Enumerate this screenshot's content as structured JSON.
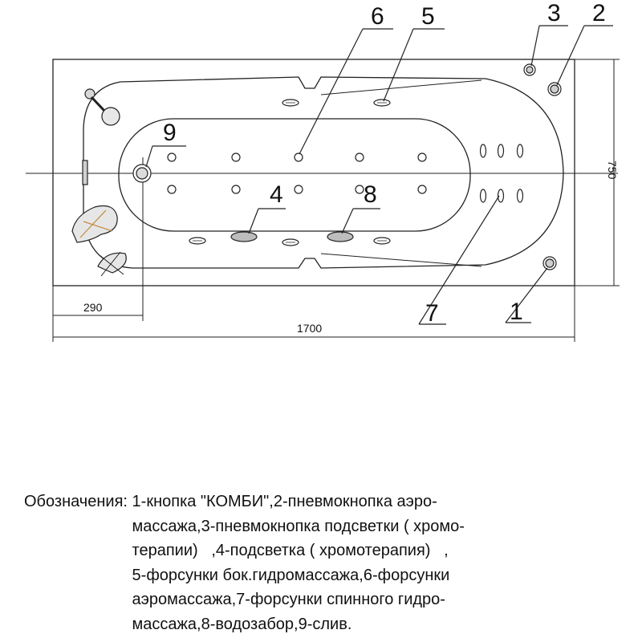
{
  "callouts": [
    "1",
    "2",
    "3",
    "4",
    "5",
    "6",
    "7",
    "8",
    "9"
  ],
  "dimensions": {
    "width": "1700",
    "height": "750",
    "drain_offset": "290"
  },
  "legend": {
    "label": "Обозначения:",
    "lines": [
      "1-кнопка \"КОМБИ\",2-пневмокнопка аэро-",
      "массажа,3-пневмокнопка подсветки ( хромо-",
      "терапии)   ,4-подсветка ( хромотерапия)   ,",
      "5-форсунки бок.гидромассажа,6-форсунки",
      "аэромассажа,7-форсунки спинного гидро-",
      "массажа,8-водозабор,9-слив."
    ]
  }
}
